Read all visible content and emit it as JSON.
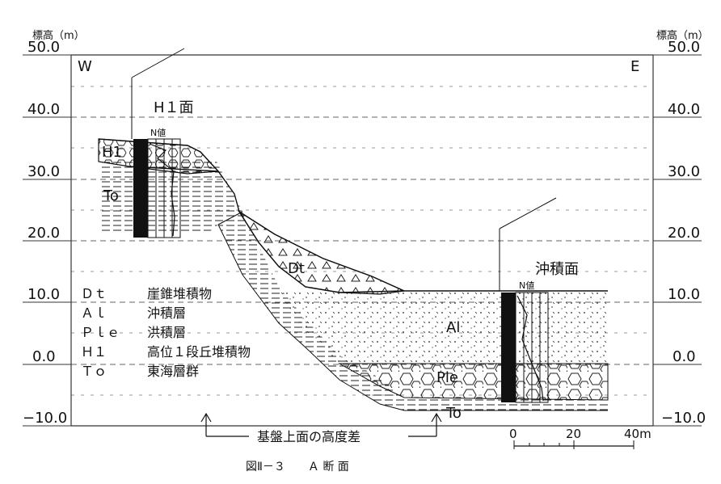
{
  "figure": {
    "y_unit_left": "標高（m）",
    "y_unit_right": "標高（m）",
    "elevation_ticks": [
      "50.0",
      "40.0",
      "30.0",
      "20.0",
      "10.0",
      "0.0",
      "−10.0"
    ],
    "west": "W",
    "east": "E",
    "terrace_label": "H１面",
    "alluvial_surface": "沖積面",
    "n_value_left": "N値",
    "n_value_right": "N値",
    "units": {
      "h1": "H1",
      "to_upper": "To",
      "dt": "Dt",
      "al": "Al",
      "ple": "Ple",
      "to_lower": "To"
    },
    "legend": [
      {
        "code": "Ｄｔ",
        "name": "崖錐堆積物"
      },
      {
        "code": "Ａｌ",
        "name": "沖積層"
      },
      {
        "code": "Ｐｌｅ",
        "name": "洪積層"
      },
      {
        "code": "Ｈ１",
        "name": "高位１段丘堆積物"
      },
      {
        "code": "Ｔｏ",
        "name": "東海層群"
      }
    ],
    "basement_note": "基盤上面の高度差",
    "scale": {
      "labels": [
        "0",
        "20",
        "40m"
      ]
    },
    "caption": "図Ⅱ－３　　Ａ 断 面"
  }
}
